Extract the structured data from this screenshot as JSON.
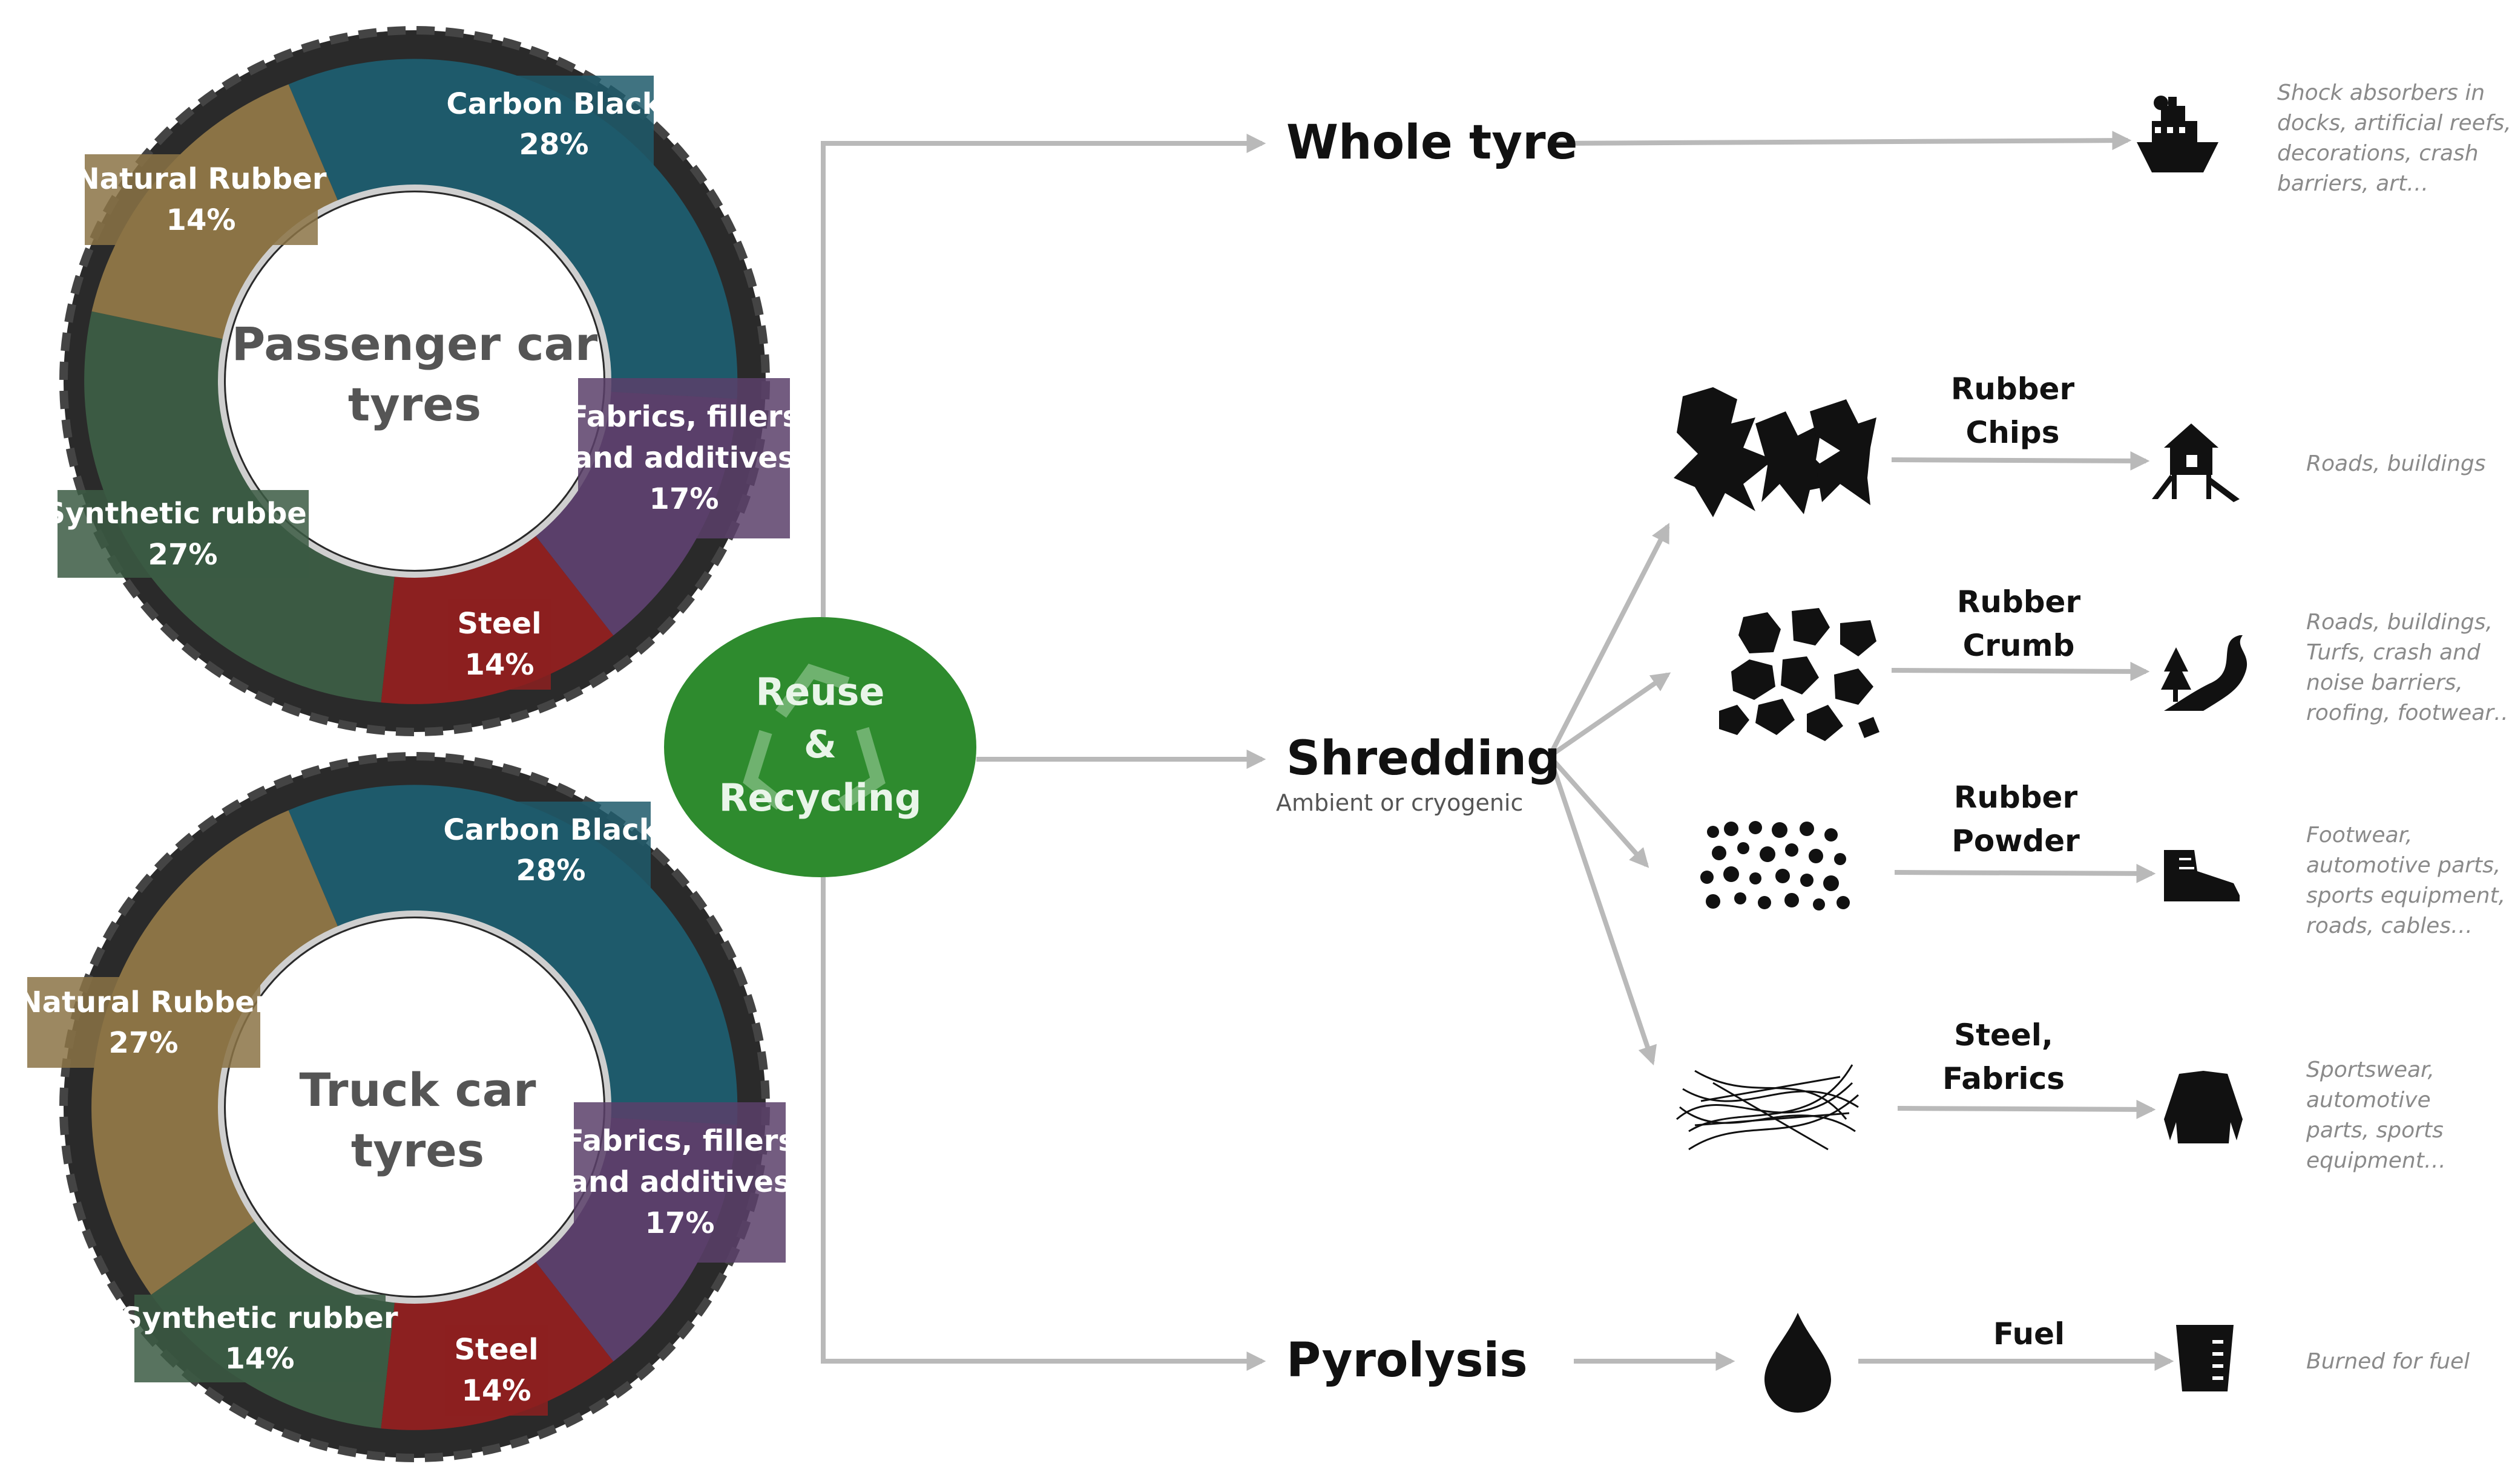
{
  "tyres": [
    {
      "title_lines": [
        "Passenger car",
        "tyres"
      ],
      "components": [
        {
          "name": "Carbon Black",
          "value": "28%",
          "color": "#1e5a6b"
        },
        {
          "name": "Fabrics, fillers",
          "name2": "and additives",
          "value": "17%",
          "color": "#5a3f6a"
        },
        {
          "name": "Steel",
          "value": "14%",
          "color": "#8c2020"
        },
        {
          "name": "Synthetic rubber",
          "value": "27%",
          "color": "#3b5a43"
        },
        {
          "name": "Natural Rubber",
          "value": "14%",
          "color": "#8b7345"
        }
      ]
    },
    {
      "title_lines": [
        "Truck car",
        "tyres"
      ],
      "components": [
        {
          "name": "Carbon Black",
          "value": "28%",
          "color": "#1e5a6b"
        },
        {
          "name": "Fabrics, fillers",
          "name2": "and additives",
          "value": "17%",
          "color": "#5a3f6a"
        },
        {
          "name": "Steel",
          "value": "14%",
          "color": "#8c2020"
        },
        {
          "name": "Synthetic rubber",
          "value": "14%",
          "color": "#3b5a43"
        },
        {
          "name": "Natural Rubber",
          "value": "27%",
          "color": "#8b7345"
        }
      ]
    }
  ],
  "hub": {
    "lines": [
      "Reuse",
      "&",
      "Recycling"
    ],
    "color": "#2e8b2e"
  },
  "processes": {
    "whole": {
      "label": "Whole tyre",
      "icon": "ship-icon",
      "use_lines": [
        "Shock absorbers in",
        "docks, artificial reefs,",
        "decorations, crash",
        "barriers, art…"
      ]
    },
    "shredding": {
      "label": "Shredding",
      "sublabel": "Ambient or cryogenic"
    },
    "pyrolysis": {
      "label": "Pyrolysis"
    }
  },
  "products": [
    {
      "label_lines": [
        "Rubber",
        "Chips"
      ],
      "material_icon": "rubber-chips-icon",
      "use_icon": "playhouse-icon",
      "use_lines": [
        "Roads, buildings"
      ]
    },
    {
      "label_lines": [
        "Rubber",
        "Crumb"
      ],
      "material_icon": "rubber-crumb-icon",
      "use_icon": "road-icon",
      "use_lines": [
        "Roads, buildings,",
        "Turfs, crash and",
        "noise barriers,",
        "roofing, footwear…"
      ]
    },
    {
      "label_lines": [
        "Rubber",
        "Powder"
      ],
      "material_icon": "rubber-powder-icon",
      "use_icon": "boot-icon",
      "use_lines": [
        "Footwear,",
        "automotive parts,",
        "sports equipment,",
        "roads, cables…"
      ]
    },
    {
      "label_lines": [
        "Steel,",
        "Fabrics"
      ],
      "material_icon": "steel-fibres-icon",
      "use_icon": "sweater-icon",
      "use_lines": [
        "Sportswear,",
        "automotive",
        "parts, sports",
        "equipment…"
      ]
    }
  ],
  "fuel": {
    "label": "Fuel",
    "material_icon": "oil-drop-icon",
    "use_icon": "beaker-icon",
    "use_lines": [
      "Burned for fuel"
    ]
  }
}
